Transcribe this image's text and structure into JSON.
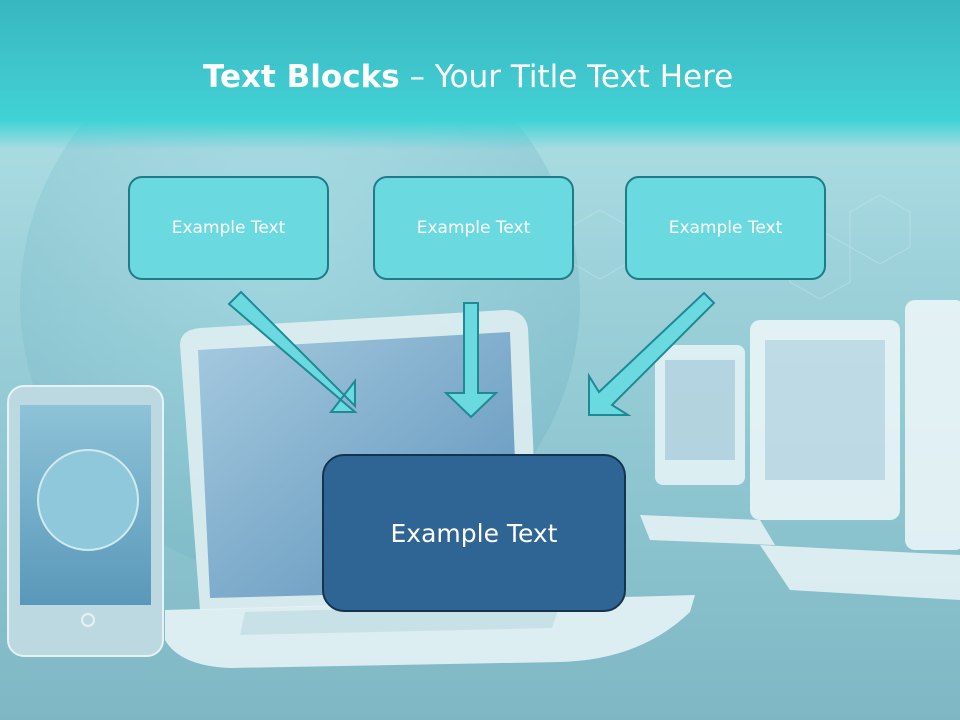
{
  "slide": {
    "title_bold": "Text Blocks",
    "title_rest": " – Your Title Text Here",
    "top_boxes": [
      {
        "text": "Example Text"
      },
      {
        "text": "Example Text"
      },
      {
        "text": "Example Text"
      }
    ],
    "main_box": {
      "text": "Example Text"
    }
  },
  "colors": {
    "title_band": "#40c9cf",
    "top_box_fill": "#6ad9e0",
    "main_box_fill": "#2f6594",
    "arrow_fill": "#6ad9e0"
  }
}
